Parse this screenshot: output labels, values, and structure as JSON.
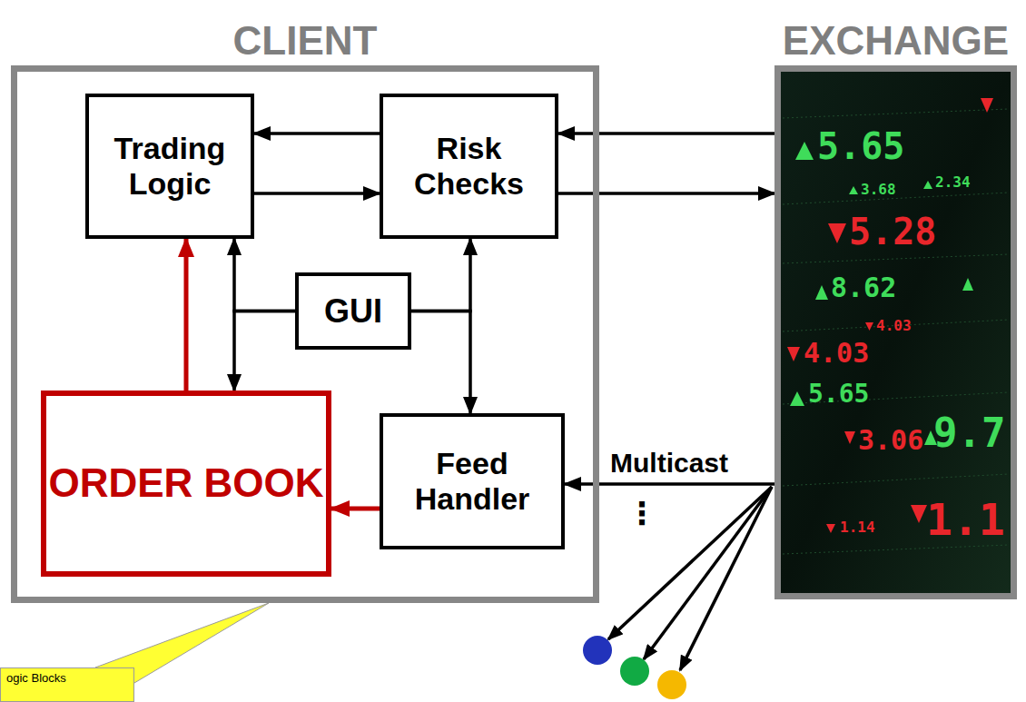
{
  "diagram": {
    "nodes": [
      {
        "text": [
          "CLIENT"
        ]
      },
      {
        "text": [
          "Trading Logic"
        ],
        "in": 0
      },
      {
        "text": [
          "Risk Checks"
        ],
        "in": 0
      },
      {
        "text": [
          "GUI"
        ],
        "in": 0
      },
      {
        "text": [
          "ORDER BOOK"
        ],
        "in": 0
      },
      {
        "text": [
          "Feed Handler"
        ],
        "in": 0
      },
      {
        "text": [
          "EXCHANGE"
        ]
      },
      {
        "text": [
          "ogic Blocks"
        ]
      }
    ],
    "edges": [
      {
        "from": 6,
        "to": 2,
        "arrow": "to"
      },
      {
        "from": 2,
        "to": 1,
        "arrow": "to"
      },
      {
        "from": 1,
        "to": 2,
        "arrow": "to"
      },
      {
        "from": 2,
        "to": 6,
        "arrow": "to"
      },
      {
        "from": 3,
        "to": 1,
        "arrow": "to"
      },
      {
        "from": 3,
        "to": 4,
        "arrow": "to"
      },
      {
        "from": 3,
        "to": 2,
        "arrow": "to"
      },
      {
        "from": 3,
        "to": 5,
        "arrow": "to"
      },
      {
        "from": 4,
        "to": 1,
        "arrow": "to"
      },
      {
        "from": 5,
        "to": 4,
        "arrow": "to"
      },
      {
        "from": 6,
        "to": 5,
        "arrow": "to",
        "label": "Multicast"
      }
    ],
    "labels": [
      "5.65",
      "3.68",
      "2.34",
      "5.28",
      "8.62",
      "4.03",
      "4.03",
      "5.65",
      "3.06",
      "9.7",
      "⋮",
      "1.14",
      "1.1"
    ]
  }
}
